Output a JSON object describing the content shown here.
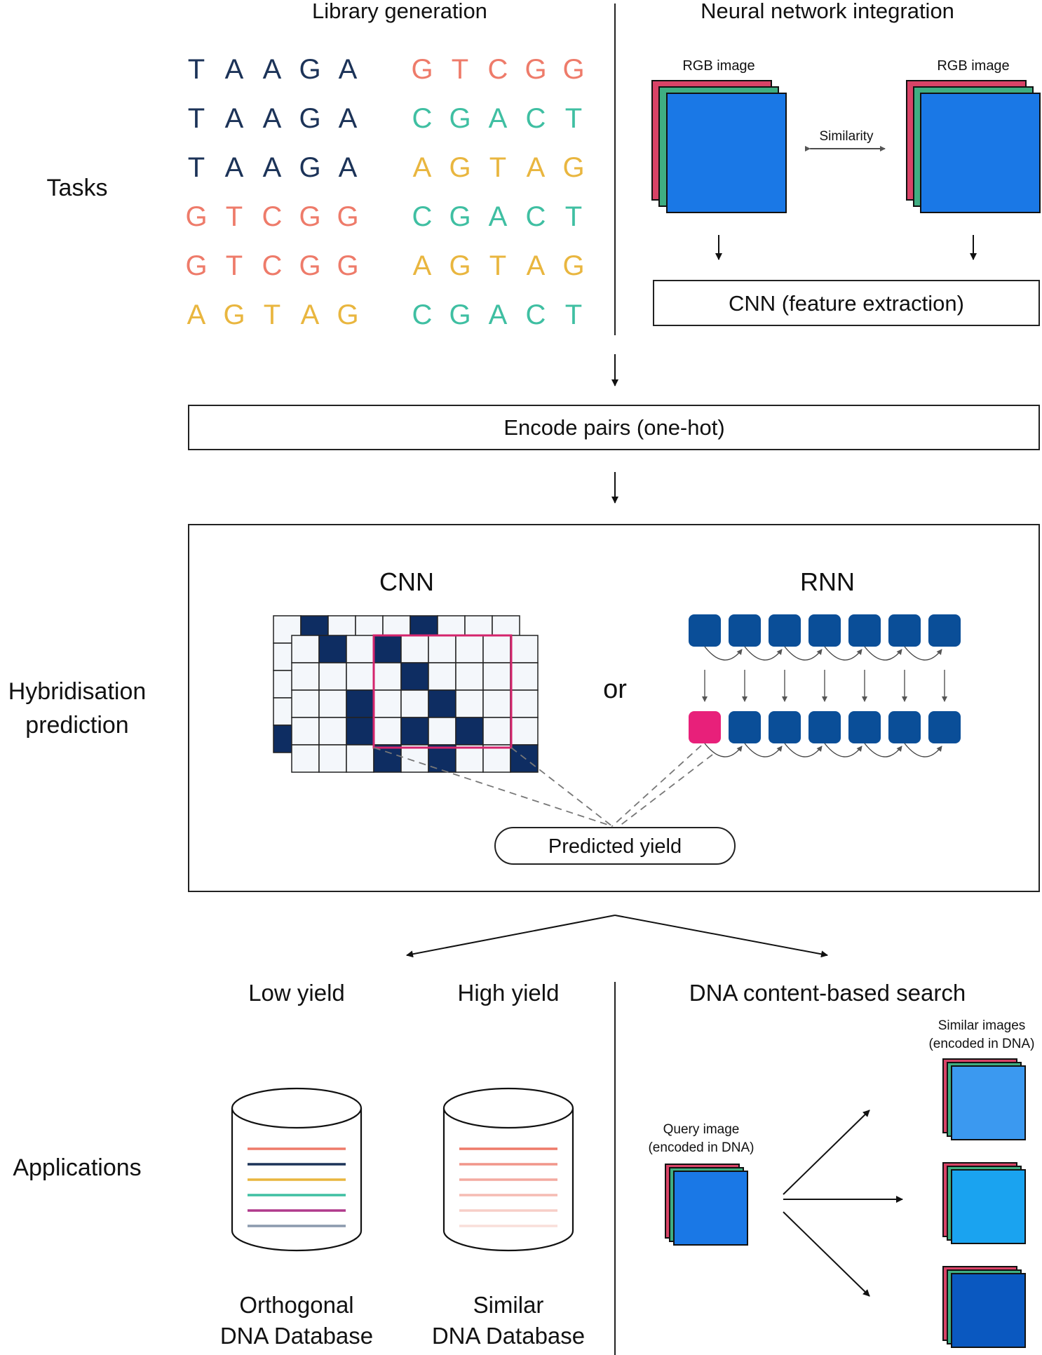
{
  "colors": {
    "navy": "#1c3358",
    "red": "#ee7b6a",
    "teal": "#3fbfa2",
    "yellow": "#e9b63f",
    "image_blue": "#1a78e6",
    "grid_dark": "#0e2d62",
    "rnn_blue": "#0a4e98",
    "highlight_pink": "#e8207a",
    "frame_red": "#d94367"
  },
  "headers": {
    "library_generation": "Library generation",
    "neural_network_integration": "Neural network integration",
    "dna_search": "DNA content-based search"
  },
  "row_labels": {
    "tasks": "Tasks",
    "hybridisation": [
      "Hybridisation",
      "prediction"
    ],
    "applications": "Applications"
  },
  "library": {
    "left_sequences": [
      {
        "seq": "TAAGA",
        "color": "navy"
      },
      {
        "seq": "TAAGA",
        "color": "navy"
      },
      {
        "seq": "TAAGA",
        "color": "navy"
      },
      {
        "seq": "GTCGG",
        "color": "red"
      },
      {
        "seq": "GTCGG",
        "color": "red"
      },
      {
        "seq": "AGTAG",
        "color": "yellow"
      }
    ],
    "right_sequences": [
      {
        "seq": "GTCGG",
        "color": "red"
      },
      {
        "seq": "CGACT",
        "color": "teal"
      },
      {
        "seq": "AGTAG",
        "color": "yellow"
      },
      {
        "seq": "CGACT",
        "color": "teal"
      },
      {
        "seq": "AGTAG",
        "color": "yellow"
      },
      {
        "seq": "CGACT",
        "color": "teal"
      }
    ]
  },
  "nn": {
    "rgb_label_left": "RGB image",
    "rgb_label_right": "RGB image",
    "similarity": "Similarity",
    "cnn_box": "CNN (feature extraction)"
  },
  "encode_box": "Encode pairs (one-hot)",
  "prediction": {
    "cnn_title": "CNN",
    "rnn_title": "RNN",
    "or": "or",
    "predicted_yield": "Predicted yield",
    "grid_front_dark": [
      [
        2,
        2
      ],
      [
        3,
        0
      ],
      [
        4,
        1
      ],
      [
        5,
        2
      ],
      [
        2,
        3
      ],
      [
        3,
        4
      ],
      [
        5,
        4
      ],
      [
        6,
        3
      ],
      [
        6,
        5
      ],
      [
        1,
        0
      ],
      [
        4,
        3
      ],
      [
        8,
        4
      ]
    ],
    "grid_back_dark": [
      [
        1,
        0
      ],
      [
        5,
        0
      ],
      [
        9,
        0
      ],
      [
        0,
        4
      ]
    ],
    "rnn_cells_per_row": 7
  },
  "applications": {
    "low_yield": "Low yield",
    "high_yield": "High yield",
    "orthogonal_db": [
      "Orthogonal",
      "DNA Database"
    ],
    "similar_db": [
      "Similar",
      "DNA Database"
    ],
    "orthogonal_lines": [
      "#ee7b6a",
      "#1c3358",
      "#e9b63f",
      "#3fbfa2",
      "#b03a8c",
      "#8b9aad"
    ],
    "similar_lines": [
      "#ee7b6a",
      "#f1968a",
      "#f3aaa0",
      "#f5bcb3",
      "#f7cec7",
      "#f9dfda"
    ],
    "query_label": [
      "Query image",
      "(encoded in DNA)"
    ],
    "similar_label": [
      "Similar images",
      "(encoded in DNA)"
    ],
    "similar_image_colors": [
      "#3b99f0",
      "#1aa3f0",
      "#0a58c0"
    ]
  }
}
